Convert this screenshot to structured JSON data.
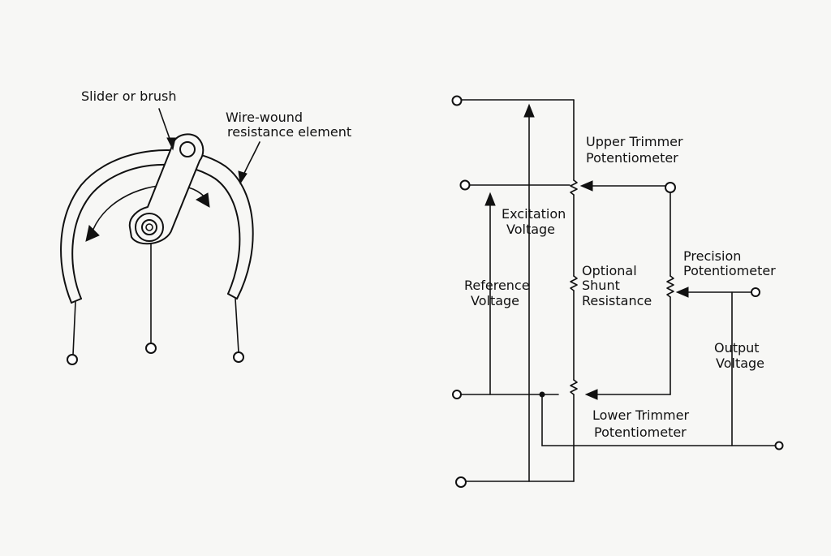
{
  "left_figure": {
    "slider_label": "Slider or brush",
    "element_label_line1": "Wire-wound",
    "element_label_line2": "resistance element"
  },
  "right_figure": {
    "upper_trimmer_line1": "Upper Trimmer",
    "upper_trimmer_line2": "Potentiometer",
    "excitation_line1": "Excitation",
    "excitation_line2": "Voltage",
    "reference_line1": "Reference",
    "reference_line2": "Voltage",
    "shunt_line1": "Optional",
    "shunt_line2": "Shunt",
    "shunt_line3": "Resistance",
    "precision_line1": "Precision",
    "precision_line2": "Potentiometer",
    "output_line1": "Output",
    "output_line2": "Voltage",
    "lower_trimmer_line1": "Lower Trimmer",
    "lower_trimmer_line2": "Potentiometer"
  },
  "colors": {
    "ink": "#111111",
    "paper": "#f7f7f5"
  }
}
